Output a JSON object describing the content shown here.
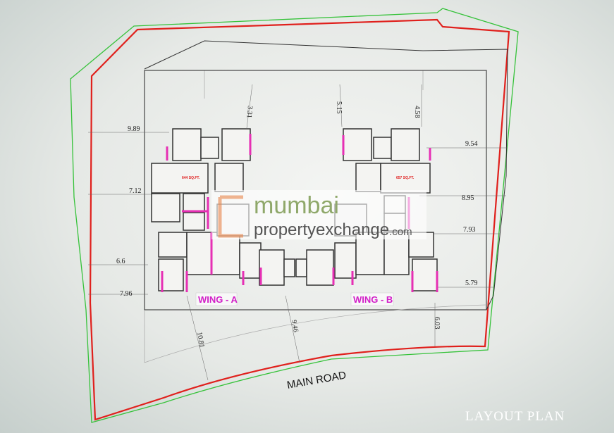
{
  "title": "LAYOUT PLAN",
  "road_label": "MAIN ROAD",
  "wings": [
    "WING - A",
    "WING - B"
  ],
  "watermark": {
    "line1": "mumbai",
    "line2": "propertyexchange",
    "suffix": ".com"
  },
  "areas": {
    "wing_a_top": "644 SQ.FT.",
    "wing_b_top": "657 SQ.FT."
  },
  "dimensions": {
    "left": [
      "9.89",
      "7.12",
      "6.6",
      "7.96"
    ],
    "top": [
      "3.31",
      "5.15",
      "4.58"
    ],
    "right": [
      "9.54",
      "8.95",
      "7.93",
      "5.79"
    ],
    "bottom": [
      "10.81",
      "9.46",
      "6.03"
    ]
  },
  "colors": {
    "plot_boundary": "#e0201c",
    "outer_boundary": "#36c23a",
    "wall_highlight": "#e62fb4",
    "wing_label": "#d21fc8"
  }
}
